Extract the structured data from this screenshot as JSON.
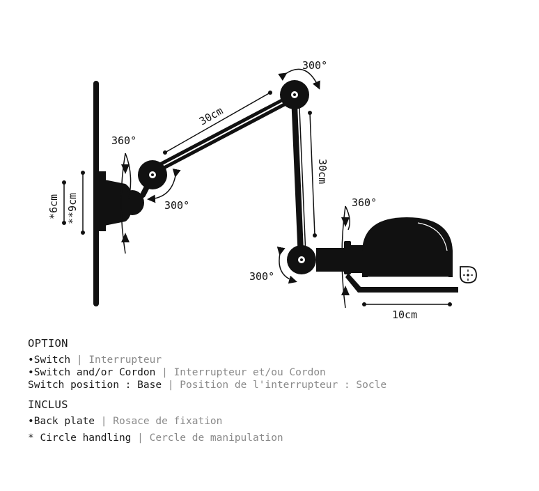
{
  "dimensions": {
    "arm_upper": "30cm",
    "arm_lower": "30cm",
    "shade_width": "10cm",
    "plate_small": "*6cm",
    "plate_large": "**9cm",
    "rot_top": "300°",
    "rot_base_joint": "300°",
    "rot_bottom": "300°",
    "swivel_base": "360°",
    "swivel_shade": "360°"
  },
  "option": {
    "heading": "OPTION",
    "items": [
      {
        "bullet": "•",
        "en": "Switch",
        "sep": " | ",
        "fr": "Interrupteur"
      },
      {
        "bullet": "•",
        "en": "Switch and/or Cordon",
        "sep": " | ",
        "fr": "Interrupteur et/ou Cordon"
      }
    ],
    "position": {
      "en": "Switch position : Base",
      "sep": " | ",
      "fr": "Position de l'interrupteur : Socle"
    }
  },
  "inclus": {
    "heading": "INCLUS",
    "items": [
      {
        "bullet": "•",
        "en": "Back plate",
        "sep": " | ",
        "fr": "Rosace de fixation"
      }
    ],
    "note": {
      "en": "* Circle handling",
      "sep": " | ",
      "fr": "Cercle de manipulation"
    }
  },
  "icons": [
    "wall-plate",
    "arm-joint",
    "lamp-shade",
    "dimmable-bulb-icon"
  ]
}
